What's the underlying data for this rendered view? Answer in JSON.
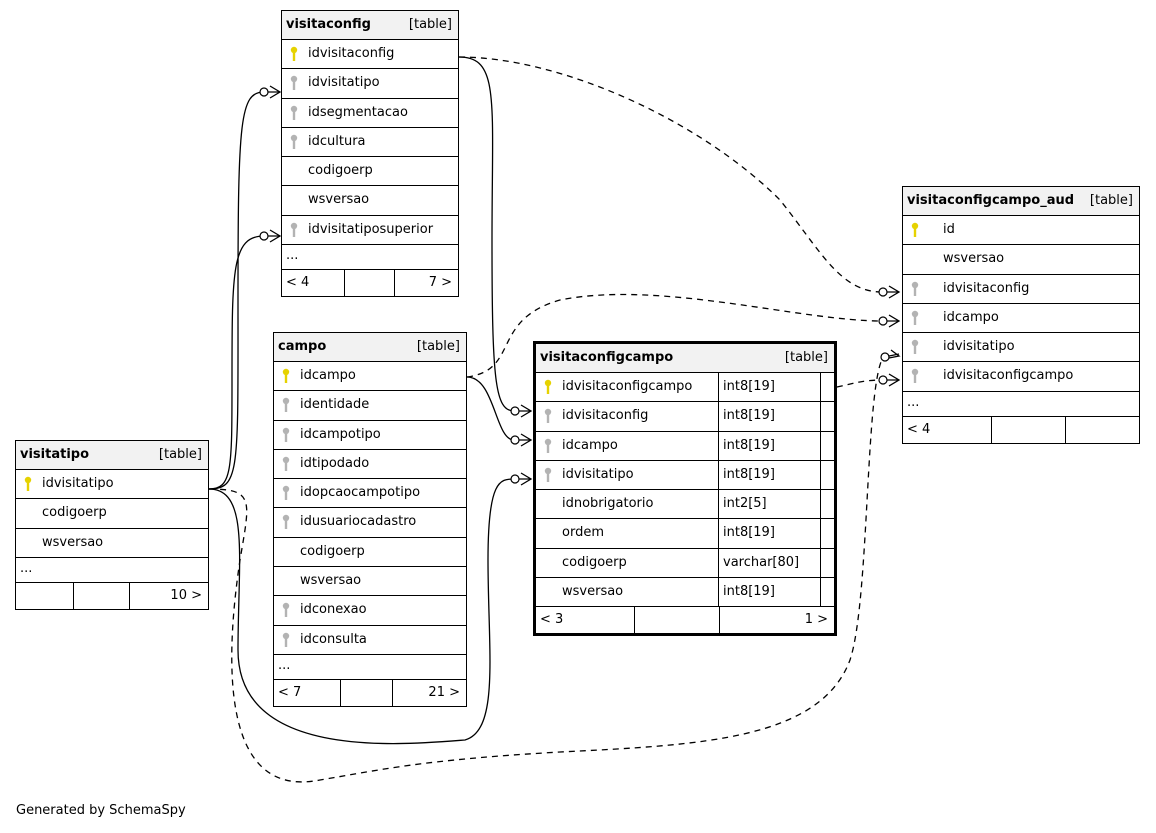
{
  "footer_text": "Generated by SchemaSpy",
  "tables": {
    "visitaconfig": {
      "name": "visitaconfig",
      "kind": "[table]",
      "columns": [
        {
          "name": "idvisitaconfig",
          "key": "primary"
        },
        {
          "name": "idvisitatipo",
          "key": "foreign"
        },
        {
          "name": "idsegmentacao",
          "key": "foreign"
        },
        {
          "name": "idcultura",
          "key": "foreign"
        },
        {
          "name": "codigoerp",
          "key": "none"
        },
        {
          "name": "wsversao",
          "key": "none"
        },
        {
          "name": "idvisitatiposuperior",
          "key": "foreign"
        }
      ],
      "more": "...",
      "parents": "< 4",
      "middle": "",
      "children": "7 >"
    },
    "campo": {
      "name": "campo",
      "kind": "[table]",
      "columns": [
        {
          "name": "idcampo",
          "key": "primary"
        },
        {
          "name": "identidade",
          "key": "foreign"
        },
        {
          "name": "idcampotipo",
          "key": "foreign"
        },
        {
          "name": "idtipodado",
          "key": "foreign"
        },
        {
          "name": "idopcaocampotipo",
          "key": "foreign"
        },
        {
          "name": "idusuariocadastro",
          "key": "foreign"
        },
        {
          "name": "codigoerp",
          "key": "none"
        },
        {
          "name": "wsversao",
          "key": "none"
        },
        {
          "name": "idconexao",
          "key": "foreign"
        },
        {
          "name": "idconsulta",
          "key": "foreign"
        }
      ],
      "more": "...",
      "parents": "< 7",
      "middle": "",
      "children": "21 >"
    },
    "visitatipo": {
      "name": "visitatipo",
      "kind": "[table]",
      "columns": [
        {
          "name": "idvisitatipo",
          "key": "primary"
        },
        {
          "name": "codigoerp",
          "key": "none"
        },
        {
          "name": "wsversao",
          "key": "none"
        }
      ],
      "more": "...",
      "parents": "",
      "middle": "",
      "children": "10 >"
    },
    "visitaconfigcampo": {
      "name": "visitaconfigcampo",
      "kind": "[table]",
      "columns": [
        {
          "name": "idvisitaconfigcampo",
          "key": "primary",
          "type": "int8[19]"
        },
        {
          "name": "idvisitaconfig",
          "key": "foreign",
          "type": "int8[19]"
        },
        {
          "name": "idcampo",
          "key": "foreign",
          "type": "int8[19]"
        },
        {
          "name": "idvisitatipo",
          "key": "foreign",
          "type": "int8[19]"
        },
        {
          "name": "idnobrigatorio",
          "key": "none",
          "type": "int2[5]"
        },
        {
          "name": "ordem",
          "key": "none",
          "type": "int8[19]"
        },
        {
          "name": "codigoerp",
          "key": "none",
          "type": "varchar[80]"
        },
        {
          "name": "wsversao",
          "key": "none",
          "type": "int8[19]"
        }
      ],
      "parents": "< 3",
      "middle": "",
      "children": "1 >"
    },
    "visitaconfigcampo_aud": {
      "name": "visitaconfigcampo_aud",
      "kind": "[table]",
      "columns": [
        {
          "name": "id",
          "key": "primary"
        },
        {
          "name": "wsversao",
          "key": "none"
        },
        {
          "name": "idvisitaconfig",
          "key": "foreign"
        },
        {
          "name": "idcampo",
          "key": "foreign"
        },
        {
          "name": "idvisitatipo",
          "key": "foreign"
        },
        {
          "name": "idvisitaconfigcampo",
          "key": "foreign"
        }
      ],
      "more": "...",
      "parents": "< 4",
      "middle": "",
      "children": ""
    }
  },
  "relationships": [
    {
      "from": "visitatipo.idvisitatipo",
      "to": "visitaconfig.idvisitatipo",
      "style": "solid"
    },
    {
      "from": "visitatipo.idvisitatipo",
      "to": "visitaconfig.idvisitatiposuperior",
      "style": "solid"
    },
    {
      "from": "visitatipo.idvisitatipo",
      "to": "visitaconfigcampo.idvisitatipo",
      "style": "solid"
    },
    {
      "from": "visitatipo.idvisitatipo",
      "to": "visitaconfigcampo_aud.idvisitatipo",
      "style": "dashed"
    },
    {
      "from": "visitaconfig.idvisitaconfig",
      "to": "visitaconfigcampo.idvisitaconfig",
      "style": "solid"
    },
    {
      "from": "visitaconfig.idvisitaconfig",
      "to": "visitaconfigcampo_aud.idvisitaconfig",
      "style": "dashed"
    },
    {
      "from": "campo.idcampo",
      "to": "visitaconfigcampo.idcampo",
      "style": "solid"
    },
    {
      "from": "campo.idcampo",
      "to": "visitaconfigcampo_aud.idcampo",
      "style": "dashed"
    },
    {
      "from": "visitaconfigcampo.idvisitaconfigcampo",
      "to": "visitaconfigcampo_aud.idvisitaconfigcampo",
      "style": "dashed"
    }
  ],
  "colors": {
    "primary_key": "#e6d200",
    "foreign_key": "#b3b3b3",
    "header": "#f2f2f2"
  }
}
